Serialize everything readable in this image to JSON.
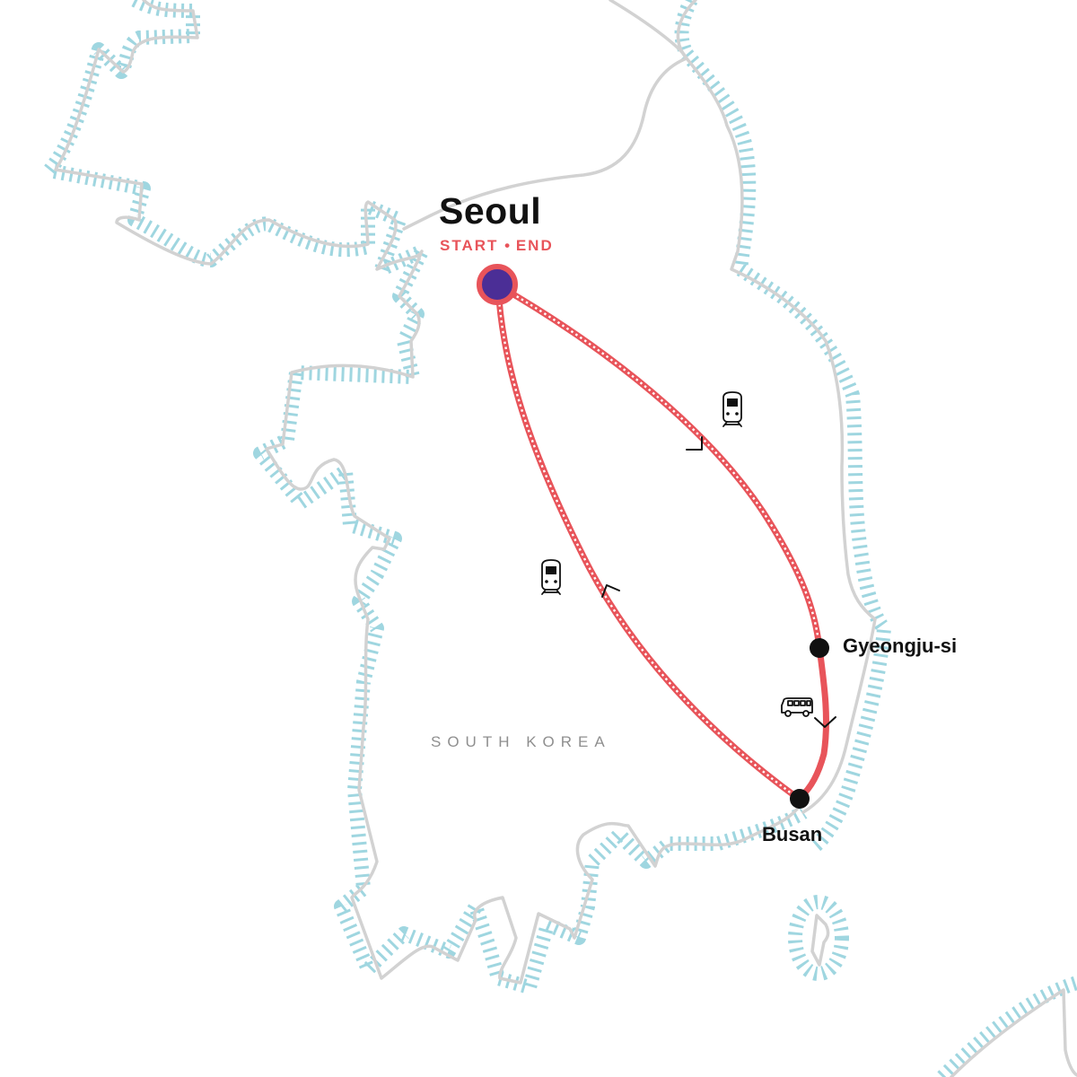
{
  "map": {
    "country_label": "SOUTH KOREA",
    "colors": {
      "route": "#e8545a",
      "start_marker_fill": "#4b2e96",
      "stop_marker": "#111111",
      "coastline": "#d2d2d2",
      "water_hatch": "#9fd6e0"
    },
    "stops": [
      {
        "name": "Seoul",
        "sublabel_start": "START",
        "sublabel_sep": "•",
        "sublabel_end": "END",
        "type": "start-end"
      },
      {
        "name": "Gyeongju-si",
        "type": "stop"
      },
      {
        "name": "Busan",
        "type": "stop"
      }
    ],
    "legs": [
      {
        "from": "Seoul",
        "to": "Gyeongju-si",
        "mode": "train-icon"
      },
      {
        "from": "Gyeongju-si",
        "to": "Busan",
        "mode": "bus-icon"
      },
      {
        "from": "Busan",
        "to": "Seoul",
        "mode": "train-icon"
      }
    ]
  }
}
